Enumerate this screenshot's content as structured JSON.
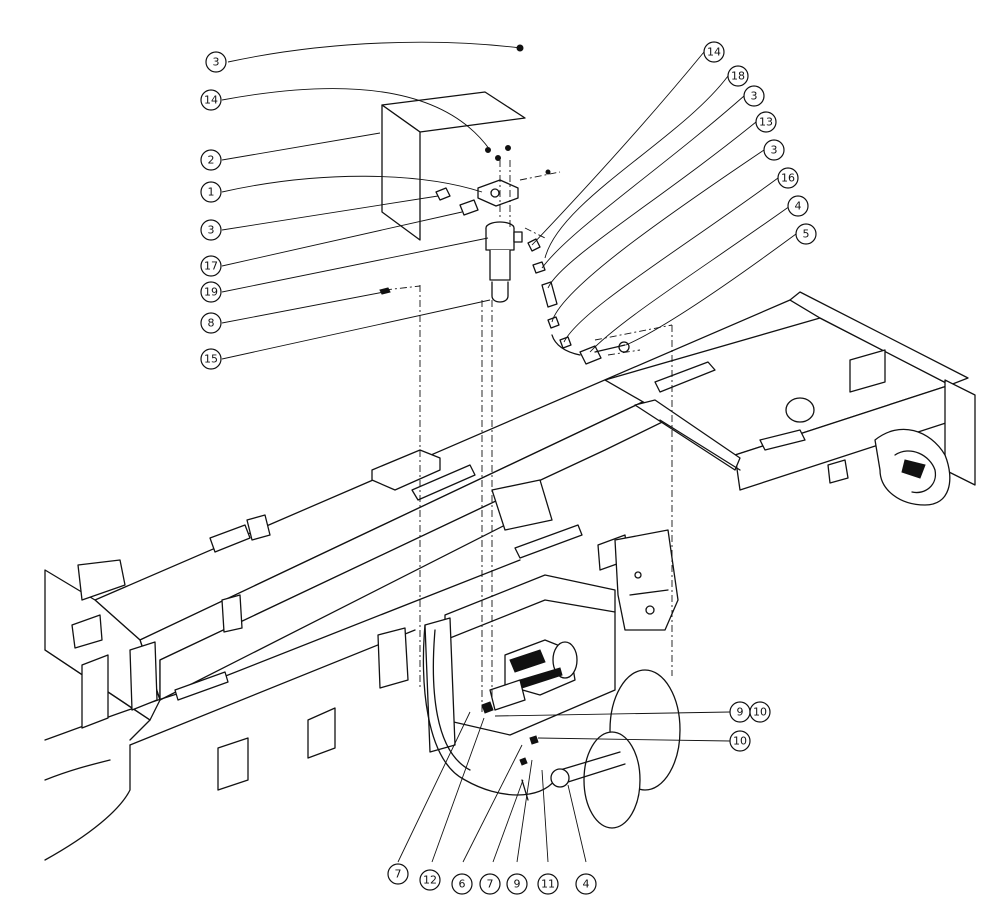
{
  "callouts": [
    {
      "id": "c1",
      "label": "3"
    },
    {
      "id": "c2",
      "label": "14"
    },
    {
      "id": "c3",
      "label": "2"
    },
    {
      "id": "c4",
      "label": "1"
    },
    {
      "id": "c5",
      "label": "3"
    },
    {
      "id": "c6",
      "label": "17"
    },
    {
      "id": "c7",
      "label": "19"
    },
    {
      "id": "c8",
      "label": "8"
    },
    {
      "id": "c9",
      "label": "15"
    },
    {
      "id": "c10",
      "label": "14"
    },
    {
      "id": "c11",
      "label": "18"
    },
    {
      "id": "c12",
      "label": "3"
    },
    {
      "id": "c13",
      "label": "13"
    },
    {
      "id": "c14",
      "label": "3"
    },
    {
      "id": "c15",
      "label": "16"
    },
    {
      "id": "c16",
      "label": "4"
    },
    {
      "id": "c17",
      "label": "5"
    },
    {
      "id": "c18",
      "label": "9"
    },
    {
      "id": "c19",
      "label": "10"
    },
    {
      "id": "c20",
      "label": "10"
    },
    {
      "id": "c21",
      "label": "7"
    },
    {
      "id": "c22",
      "label": "12"
    },
    {
      "id": "c23",
      "label": "6"
    },
    {
      "id": "c24",
      "label": "7"
    },
    {
      "id": "c25",
      "label": "9"
    },
    {
      "id": "c26",
      "label": "11"
    },
    {
      "id": "c27",
      "label": "4"
    }
  ]
}
